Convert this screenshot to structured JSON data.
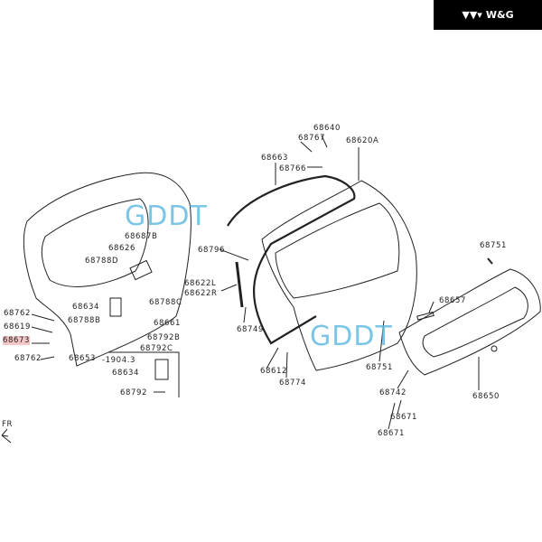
{
  "logo": {
    "text": "W&G",
    "icon": "wing-logo-icon"
  },
  "watermarks": [
    "GDDT",
    "GDDT"
  ],
  "orientation_marker": "FR",
  "left_group": {
    "labels": [
      "68687B",
      "68626",
      "68788D",
      "68634",
      "68788C",
      "68762",
      "68788B",
      "68661",
      "68619",
      "68673",
      "68792B",
      "68792C",
      "68762",
      "68653",
      "-1904.3",
      "68634",
      "68792"
    ],
    "highlighted": "68673",
    "highlight_color": "#f4c6c6"
  },
  "center_group": {
    "labels": [
      "68640",
      "68767",
      "68620A",
      "68663",
      "68766",
      "68796",
      "68622L",
      "68622R",
      "68749",
      "68612",
      "68774",
      "68751"
    ]
  },
  "right_group": {
    "labels": [
      "68751",
      "68657",
      "68742",
      "68650",
      "68671",
      "68671"
    ]
  }
}
